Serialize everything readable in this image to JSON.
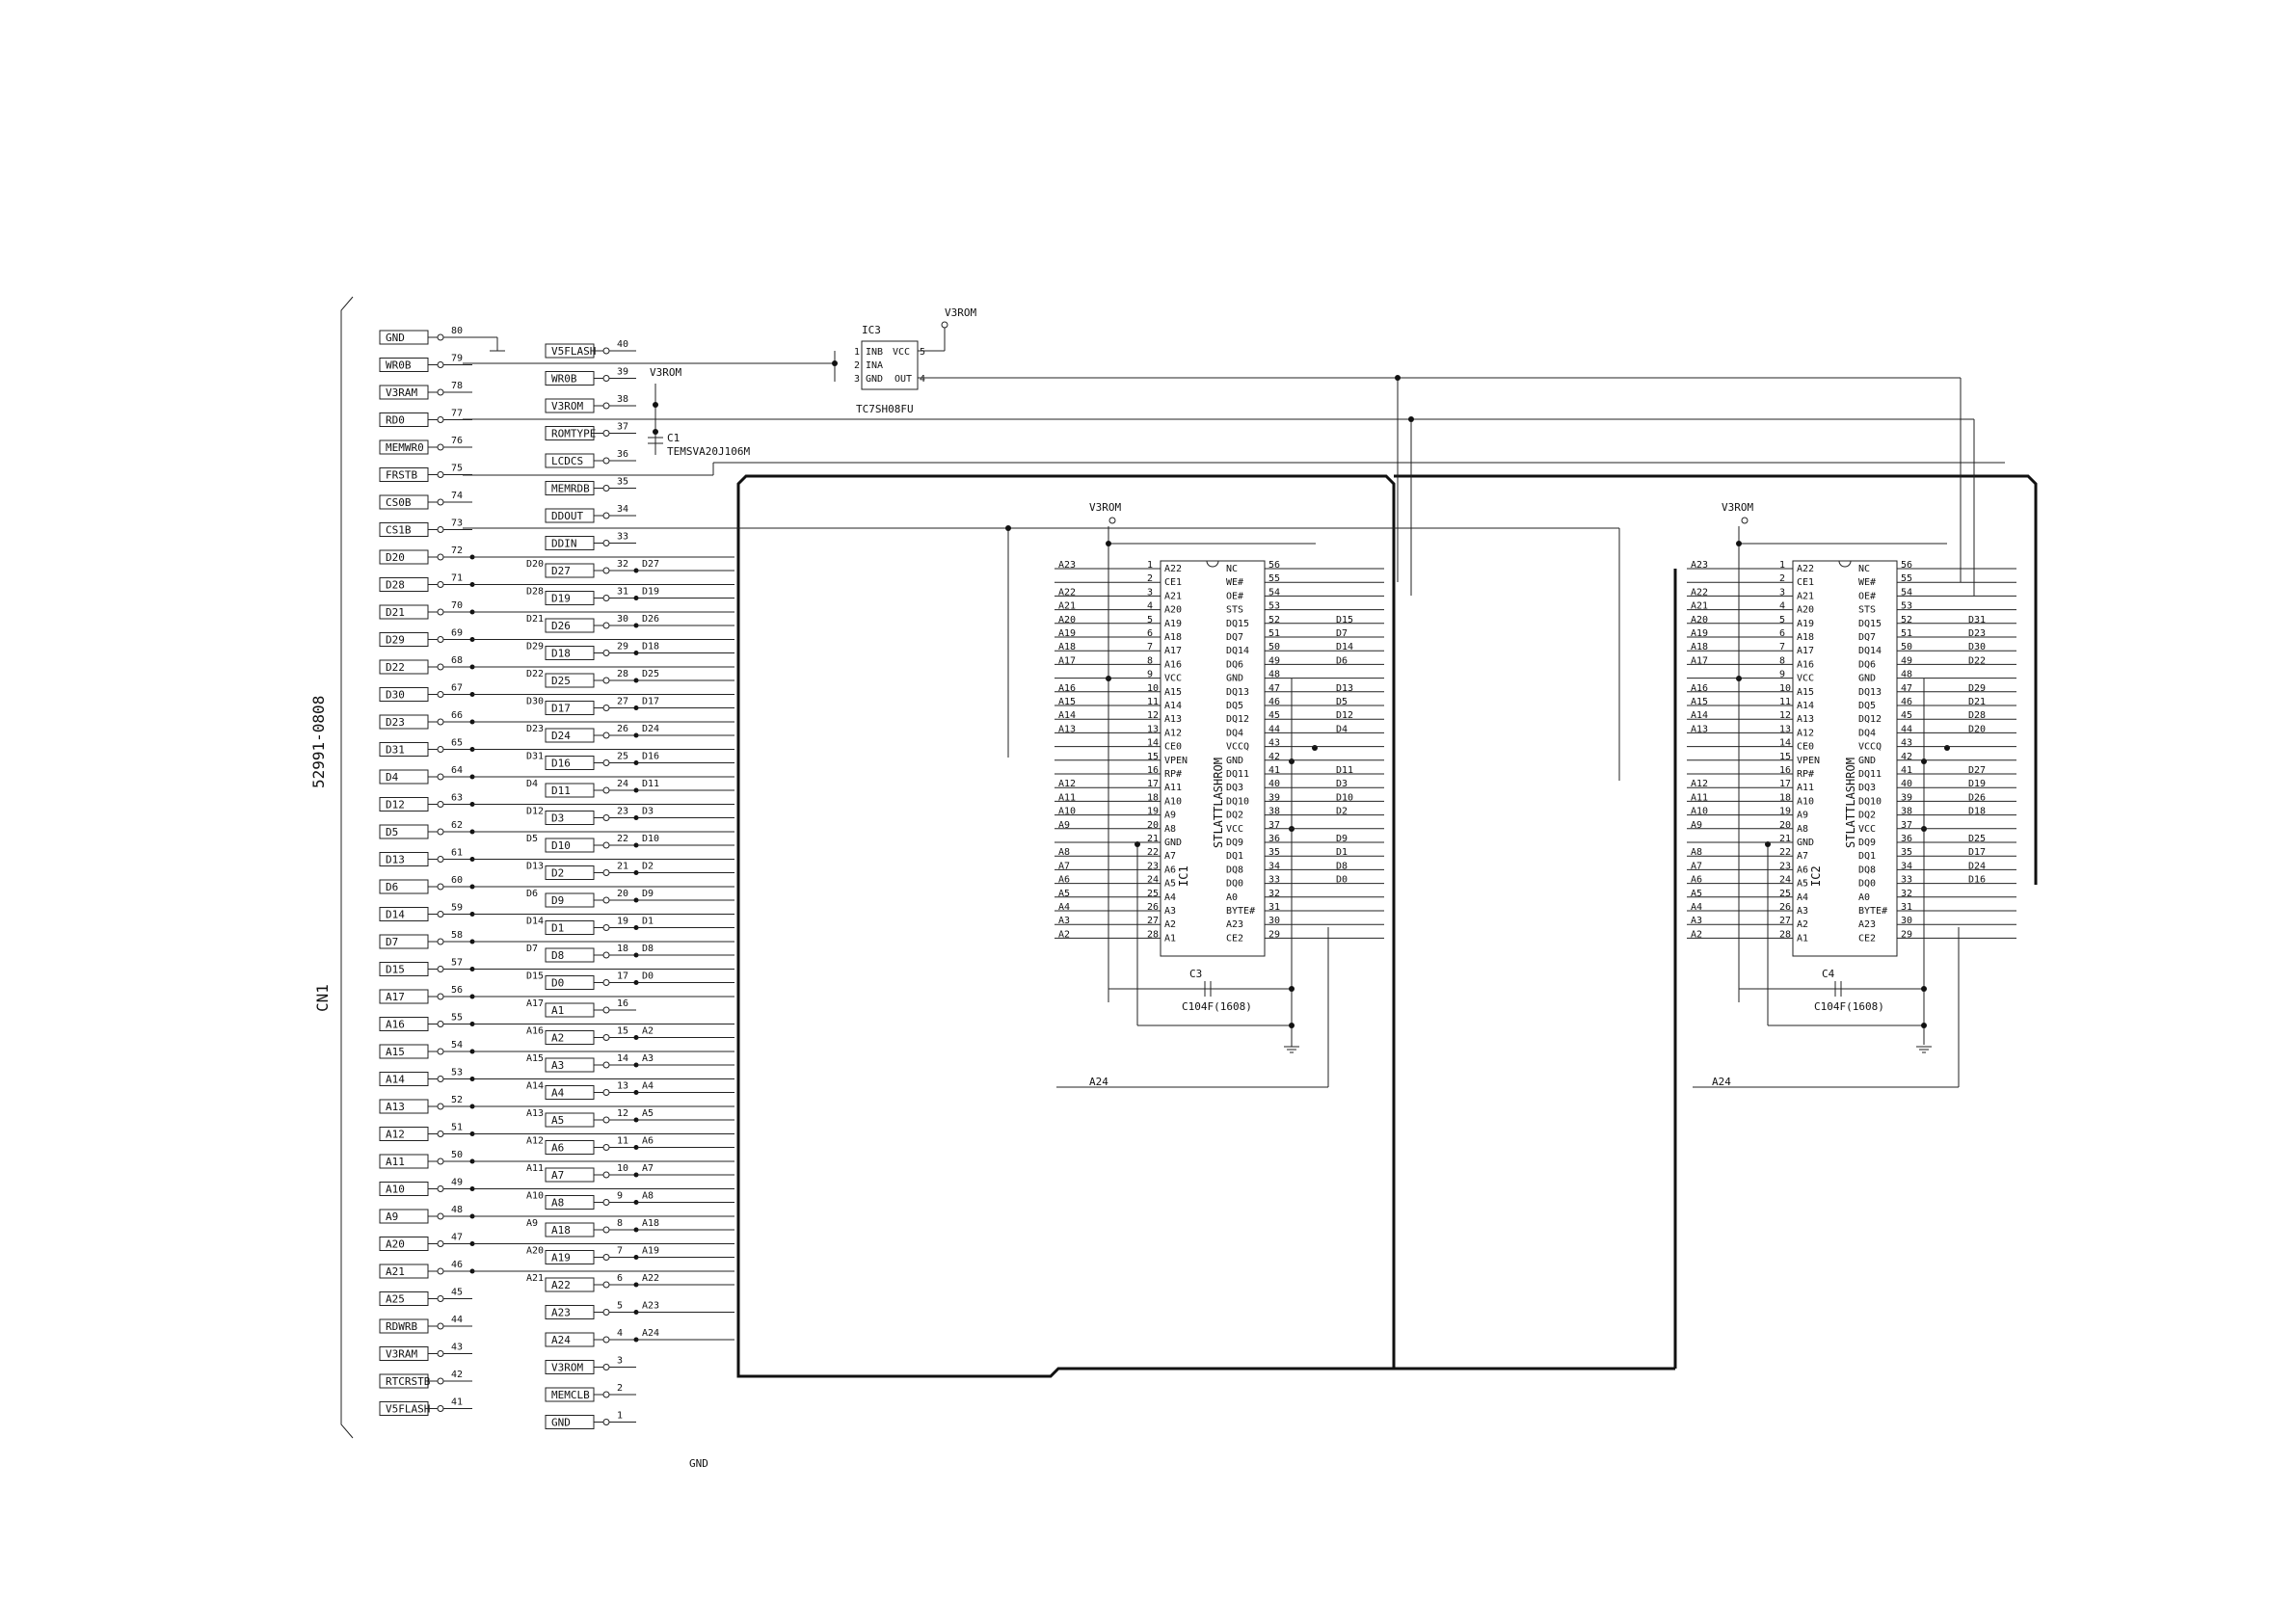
{
  "connector": {
    "ref": "CN1",
    "part": "52991-0808",
    "left": [
      {
        "pin": "80",
        "label": "GND",
        "gnd": true
      },
      {
        "pin": "79",
        "label": "WR0B"
      },
      {
        "pin": "78",
        "label": "V3RAM"
      },
      {
        "pin": "77",
        "label": "RD0"
      },
      {
        "pin": "76",
        "label": "MEMWR0"
      },
      {
        "pin": "75",
        "label": "FRSTB"
      },
      {
        "pin": "74",
        "label": "CS0B"
      },
      {
        "pin": "73",
        "label": "CS1B"
      },
      {
        "pin": "72",
        "label": "D20",
        "net": "D20"
      },
      {
        "pin": "71",
        "label": "D28",
        "net": "D28"
      },
      {
        "pin": "70",
        "label": "D21",
        "net": "D21"
      },
      {
        "pin": "69",
        "label": "D29",
        "net": "D29"
      },
      {
        "pin": "68",
        "label": "D22",
        "net": "D22"
      },
      {
        "pin": "67",
        "label": "D30",
        "net": "D30"
      },
      {
        "pin": "66",
        "label": "D23",
        "net": "D23"
      },
      {
        "pin": "65",
        "label": "D31",
        "net": "D31"
      },
      {
        "pin": "64",
        "label": "D4",
        "net": "D4"
      },
      {
        "pin": "63",
        "label": "D12",
        "net": "D12"
      },
      {
        "pin": "62",
        "label": "D5",
        "net": "D5"
      },
      {
        "pin": "61",
        "label": "D13",
        "net": "D13"
      },
      {
        "pin": "60",
        "label": "D6",
        "net": "D6"
      },
      {
        "pin": "59",
        "label": "D14",
        "net": "D14"
      },
      {
        "pin": "58",
        "label": "D7",
        "net": "D7"
      },
      {
        "pin": "57",
        "label": "D15",
        "net": "D15"
      },
      {
        "pin": "56",
        "label": "A17",
        "net": "A17"
      },
      {
        "pin": "55",
        "label": "A16",
        "net": "A16"
      },
      {
        "pin": "54",
        "label": "A15",
        "net": "A15"
      },
      {
        "pin": "53",
        "label": "A14",
        "net": "A14"
      },
      {
        "pin": "52",
        "label": "A13",
        "net": "A13"
      },
      {
        "pin": "51",
        "label": "A12",
        "net": "A12"
      },
      {
        "pin": "50",
        "label": "A11",
        "net": "A11"
      },
      {
        "pin": "49",
        "label": "A10",
        "net": "A10"
      },
      {
        "pin": "48",
        "label": "A9",
        "net": "A9"
      },
      {
        "pin": "47",
        "label": "A20",
        "net": "A20"
      },
      {
        "pin": "46",
        "label": "A21",
        "net": "A21"
      },
      {
        "pin": "45",
        "label": "A25"
      },
      {
        "pin": "44",
        "label": "RDWRB"
      },
      {
        "pin": "43",
        "label": "V3RAM"
      },
      {
        "pin": "42",
        "label": "RTCRSTB"
      },
      {
        "pin": "41",
        "label": "V5FLASH"
      }
    ],
    "right": [
      {
        "pin": "40",
        "label": "V5FLASH"
      },
      {
        "pin": "39",
        "label": "WR0B"
      },
      {
        "pin": "38",
        "label": "V3ROM"
      },
      {
        "pin": "37",
        "label": "ROMTYPE"
      },
      {
        "pin": "36",
        "label": "LCDCS"
      },
      {
        "pin": "35",
        "label": "MEMRDB"
      },
      {
        "pin": "34",
        "label": "DDOUT"
      },
      {
        "pin": "33",
        "label": "DDIN"
      },
      {
        "pin": "32",
        "label": "D27",
        "net": "D27"
      },
      {
        "pin": "31",
        "label": "D19",
        "net": "D19"
      },
      {
        "pin": "30",
        "label": "D26",
        "net": "D26"
      },
      {
        "pin": "29",
        "label": "D18",
        "net": "D18"
      },
      {
        "pin": "28",
        "label": "D25",
        "net": "D25"
      },
      {
        "pin": "27",
        "label": "D17",
        "net": "D17"
      },
      {
        "pin": "26",
        "label": "D24",
        "net": "D24"
      },
      {
        "pin": "25",
        "label": "D16",
        "net": "D16"
      },
      {
        "pin": "24",
        "label": "D11",
        "net": "D11"
      },
      {
        "pin": "23",
        "label": "D3",
        "net": "D3"
      },
      {
        "pin": "22",
        "label": "D10",
        "net": "D10"
      },
      {
        "pin": "21",
        "label": "D2",
        "net": "D2"
      },
      {
        "pin": "20",
        "label": "D9",
        "net": "D9"
      },
      {
        "pin": "19",
        "label": "D1",
        "net": "D1"
      },
      {
        "pin": "18",
        "label": "D8",
        "net": "D8"
      },
      {
        "pin": "17",
        "label": "D0",
        "net": "D0"
      },
      {
        "pin": "16",
        "label": "A1"
      },
      {
        "pin": "15",
        "label": "A2",
        "net": "A2"
      },
      {
        "pin": "14",
        "label": "A3",
        "net": "A3"
      },
      {
        "pin": "13",
        "label": "A4",
        "net": "A4"
      },
      {
        "pin": "12",
        "label": "A5",
        "net": "A5"
      },
      {
        "pin": "11",
        "label": "A6",
        "net": "A6"
      },
      {
        "pin": "10",
        "label": "A7",
        "net": "A7"
      },
      {
        "pin": "9",
        "label": "A8",
        "net": "A8"
      },
      {
        "pin": "8",
        "label": "A18",
        "net": "A18"
      },
      {
        "pin": "7",
        "label": "A19",
        "net": "A19"
      },
      {
        "pin": "6",
        "label": "A22",
        "net": "A22"
      },
      {
        "pin": "5",
        "label": "A23",
        "net": "A23"
      },
      {
        "pin": "4",
        "label": "A24",
        "net": "A24"
      },
      {
        "pin": "3",
        "label": "V3ROM"
      },
      {
        "pin": "2",
        "label": "MEMCLB"
      },
      {
        "pin": "1",
        "label": "GND"
      }
    ]
  },
  "gate": {
    "ref": "IC3",
    "part": "TC7SH08FU",
    "pins": [
      {
        "num": "1",
        "name": "INB"
      },
      {
        "num": "2",
        "name": "INA"
      },
      {
        "num": "3",
        "name": "GND"
      },
      {
        "num": "5",
        "name": "VCC"
      },
      {
        "num": "4",
        "name": "OUT"
      }
    ],
    "supply": "V3ROM"
  },
  "capacitors": [
    {
      "ref": "C1",
      "value": "TEMSVA20J106M"
    },
    {
      "ref": "C3",
      "value": "C104F(1608)"
    },
    {
      "ref": "C4",
      "value": "C104F(1608)"
    }
  ],
  "supply_label": "V3ROM",
  "ground_label": "GND",
  "flash_chips": [
    {
      "ref": "IC1",
      "part": "STLATTLASHROM",
      "left": [
        {
          "num": "1",
          "name": "A22",
          "net": "A23"
        },
        {
          "num": "2",
          "name": "CE1",
          "net": ""
        },
        {
          "num": "3",
          "name": "A21",
          "net": "A22"
        },
        {
          "num": "4",
          "name": "A20",
          "net": "A21"
        },
        {
          "num": "5",
          "name": "A19",
          "net": "A20"
        },
        {
          "num": "6",
          "name": "A18",
          "net": "A19"
        },
        {
          "num": "7",
          "name": "A17",
          "net": "A18"
        },
        {
          "num": "8",
          "name": "A16",
          "net": "A17"
        },
        {
          "num": "9",
          "name": "VCC",
          "net": ""
        },
        {
          "num": "10",
          "name": "A15",
          "net": "A16"
        },
        {
          "num": "11",
          "name": "A14",
          "net": "A15"
        },
        {
          "num": "12",
          "name": "A13",
          "net": "A14"
        },
        {
          "num": "13",
          "name": "A12",
          "net": "A13"
        },
        {
          "num": "14",
          "name": "CE0",
          "net": ""
        },
        {
          "num": "15",
          "name": "VPEN",
          "net": ""
        },
        {
          "num": "16",
          "name": "RP#",
          "net": ""
        },
        {
          "num": "17",
          "name": "A11",
          "net": "A12"
        },
        {
          "num": "18",
          "name": "A10",
          "net": "A11"
        },
        {
          "num": "19",
          "name": "A9",
          "net": "A10"
        },
        {
          "num": "20",
          "name": "A8",
          "net": "A9"
        },
        {
          "num": "21",
          "name": "GND",
          "net": ""
        },
        {
          "num": "22",
          "name": "A7",
          "net": "A8"
        },
        {
          "num": "23",
          "name": "A6",
          "net": "A7"
        },
        {
          "num": "24",
          "name": "A5",
          "net": "A6"
        },
        {
          "num": "25",
          "name": "A4",
          "net": "A5"
        },
        {
          "num": "26",
          "name": "A3",
          "net": "A4"
        },
        {
          "num": "27",
          "name": "A2",
          "net": "A3"
        },
        {
          "num": "28",
          "name": "A1",
          "net": "A2"
        }
      ],
      "right": [
        {
          "num": "56",
          "name": "NC",
          "net": ""
        },
        {
          "num": "55",
          "name": "WE#",
          "net": ""
        },
        {
          "num": "54",
          "name": "OE#",
          "net": ""
        },
        {
          "num": "53",
          "name": "STS",
          "net": ""
        },
        {
          "num": "52",
          "name": "DQ15",
          "net": "D15"
        },
        {
          "num": "51",
          "name": "DQ7",
          "net": "D7"
        },
        {
          "num": "50",
          "name": "DQ14",
          "net": "D14"
        },
        {
          "num": "49",
          "name": "DQ6",
          "net": "D6"
        },
        {
          "num": "48",
          "name": "GND",
          "net": ""
        },
        {
          "num": "47",
          "name": "DQ13",
          "net": "D13"
        },
        {
          "num": "46",
          "name": "DQ5",
          "net": "D5"
        },
        {
          "num": "45",
          "name": "DQ12",
          "net": "D12"
        },
        {
          "num": "44",
          "name": "DQ4",
          "net": "D4"
        },
        {
          "num": "43",
          "name": "VCCQ",
          "net": ""
        },
        {
          "num": "42",
          "name": "GND",
          "net": ""
        },
        {
          "num": "41",
          "name": "DQ11",
          "net": "D11"
        },
        {
          "num": "40",
          "name": "DQ3",
          "net": "D3"
        },
        {
          "num": "39",
          "name": "DQ10",
          "net": "D10"
        },
        {
          "num": "38",
          "name": "DQ2",
          "net": "D2"
        },
        {
          "num": "37",
          "name": "VCC",
          "net": ""
        },
        {
          "num": "36",
          "name": "DQ9",
          "net": "D9"
        },
        {
          "num": "35",
          "name": "DQ1",
          "net": "D1"
        },
        {
          "num": "34",
          "name": "DQ8",
          "net": "D8"
        },
        {
          "num": "33",
          "name": "DQ0",
          "net": "D0"
        },
        {
          "num": "32",
          "name": "A0",
          "net": ""
        },
        {
          "num": "31",
          "name": "BYTE#",
          "net": ""
        },
        {
          "num": "30",
          "name": "A23",
          "net": ""
        },
        {
          "num": "29",
          "name": "CE2",
          "net": ""
        }
      ]
    },
    {
      "ref": "IC2",
      "part": "STLATTLASHROM",
      "left": [
        {
          "num": "1",
          "name": "A22",
          "net": "A23"
        },
        {
          "num": "2",
          "name": "CE1",
          "net": ""
        },
        {
          "num": "3",
          "name": "A21",
          "net": "A22"
        },
        {
          "num": "4",
          "name": "A20",
          "net": "A21"
        },
        {
          "num": "5",
          "name": "A19",
          "net": "A20"
        },
        {
          "num": "6",
          "name": "A18",
          "net": "A19"
        },
        {
          "num": "7",
          "name": "A17",
          "net": "A18"
        },
        {
          "num": "8",
          "name": "A16",
          "net": "A17"
        },
        {
          "num": "9",
          "name": "VCC",
          "net": ""
        },
        {
          "num": "10",
          "name": "A15",
          "net": "A16"
        },
        {
          "num": "11",
          "name": "A14",
          "net": "A15"
        },
        {
          "num": "12",
          "name": "A13",
          "net": "A14"
        },
        {
          "num": "13",
          "name": "A12",
          "net": "A13"
        },
        {
          "num": "14",
          "name": "CE0",
          "net": ""
        },
        {
          "num": "15",
          "name": "VPEN",
          "net": ""
        },
        {
          "num": "16",
          "name": "RP#",
          "net": ""
        },
        {
          "num": "17",
          "name": "A11",
          "net": "A12"
        },
        {
          "num": "18",
          "name": "A10",
          "net": "A11"
        },
        {
          "num": "19",
          "name": "A9",
          "net": "A10"
        },
        {
          "num": "20",
          "name": "A8",
          "net": "A9"
        },
        {
          "num": "21",
          "name": "GND",
          "net": ""
        },
        {
          "num": "22",
          "name": "A7",
          "net": "A8"
        },
        {
          "num": "23",
          "name": "A6",
          "net": "A7"
        },
        {
          "num": "24",
          "name": "A5",
          "net": "A6"
        },
        {
          "num": "25",
          "name": "A4",
          "net": "A5"
        },
        {
          "num": "26",
          "name": "A3",
          "net": "A4"
        },
        {
          "num": "27",
          "name": "A2",
          "net": "A3"
        },
        {
          "num": "28",
          "name": "A1",
          "net": "A2"
        }
      ],
      "right": [
        {
          "num": "56",
          "name": "NC",
          "net": ""
        },
        {
          "num": "55",
          "name": "WE#",
          "net": ""
        },
        {
          "num": "54",
          "name": "OE#",
          "net": ""
        },
        {
          "num": "53",
          "name": "STS",
          "net": ""
        },
        {
          "num": "52",
          "name": "DQ15",
          "net": "D31"
        },
        {
          "num": "51",
          "name": "DQ7",
          "net": "D23"
        },
        {
          "num": "50",
          "name": "DQ14",
          "net": "D30"
        },
        {
          "num": "49",
          "name": "DQ6",
          "net": "D22"
        },
        {
          "num": "48",
          "name": "GND",
          "net": ""
        },
        {
          "num": "47",
          "name": "DQ13",
          "net": "D29"
        },
        {
          "num": "46",
          "name": "DQ5",
          "net": "D21"
        },
        {
          "num": "45",
          "name": "DQ12",
          "net": "D28"
        },
        {
          "num": "44",
          "name": "DQ4",
          "net": "D20"
        },
        {
          "num": "43",
          "name": "VCCQ",
          "net": ""
        },
        {
          "num": "42",
          "name": "GND",
          "net": ""
        },
        {
          "num": "41",
          "name": "DQ11",
          "net": "D27"
        },
        {
          "num": "40",
          "name": "DQ3",
          "net": "D19"
        },
        {
          "num": "39",
          "name": "DQ10",
          "net": "D26"
        },
        {
          "num": "38",
          "name": "DQ2",
          "net": "D18"
        },
        {
          "num": "37",
          "name": "VCC",
          "net": ""
        },
        {
          "num": "36",
          "name": "DQ9",
          "net": "D25"
        },
        {
          "num": "35",
          "name": "DQ1",
          "net": "D17"
        },
        {
          "num": "34",
          "name": "DQ8",
          "net": "D24"
        },
        {
          "num": "33",
          "name": "DQ0",
          "net": "D16"
        },
        {
          "num": "32",
          "name": "A0",
          "net": ""
        },
        {
          "num": "31",
          "name": "BYTE#",
          "net": ""
        },
        {
          "num": "30",
          "name": "A23",
          "net": ""
        },
        {
          "num": "29",
          "name": "CE2",
          "net": ""
        }
      ]
    }
  ],
  "bus_labels": {
    "a24": "A24"
  }
}
